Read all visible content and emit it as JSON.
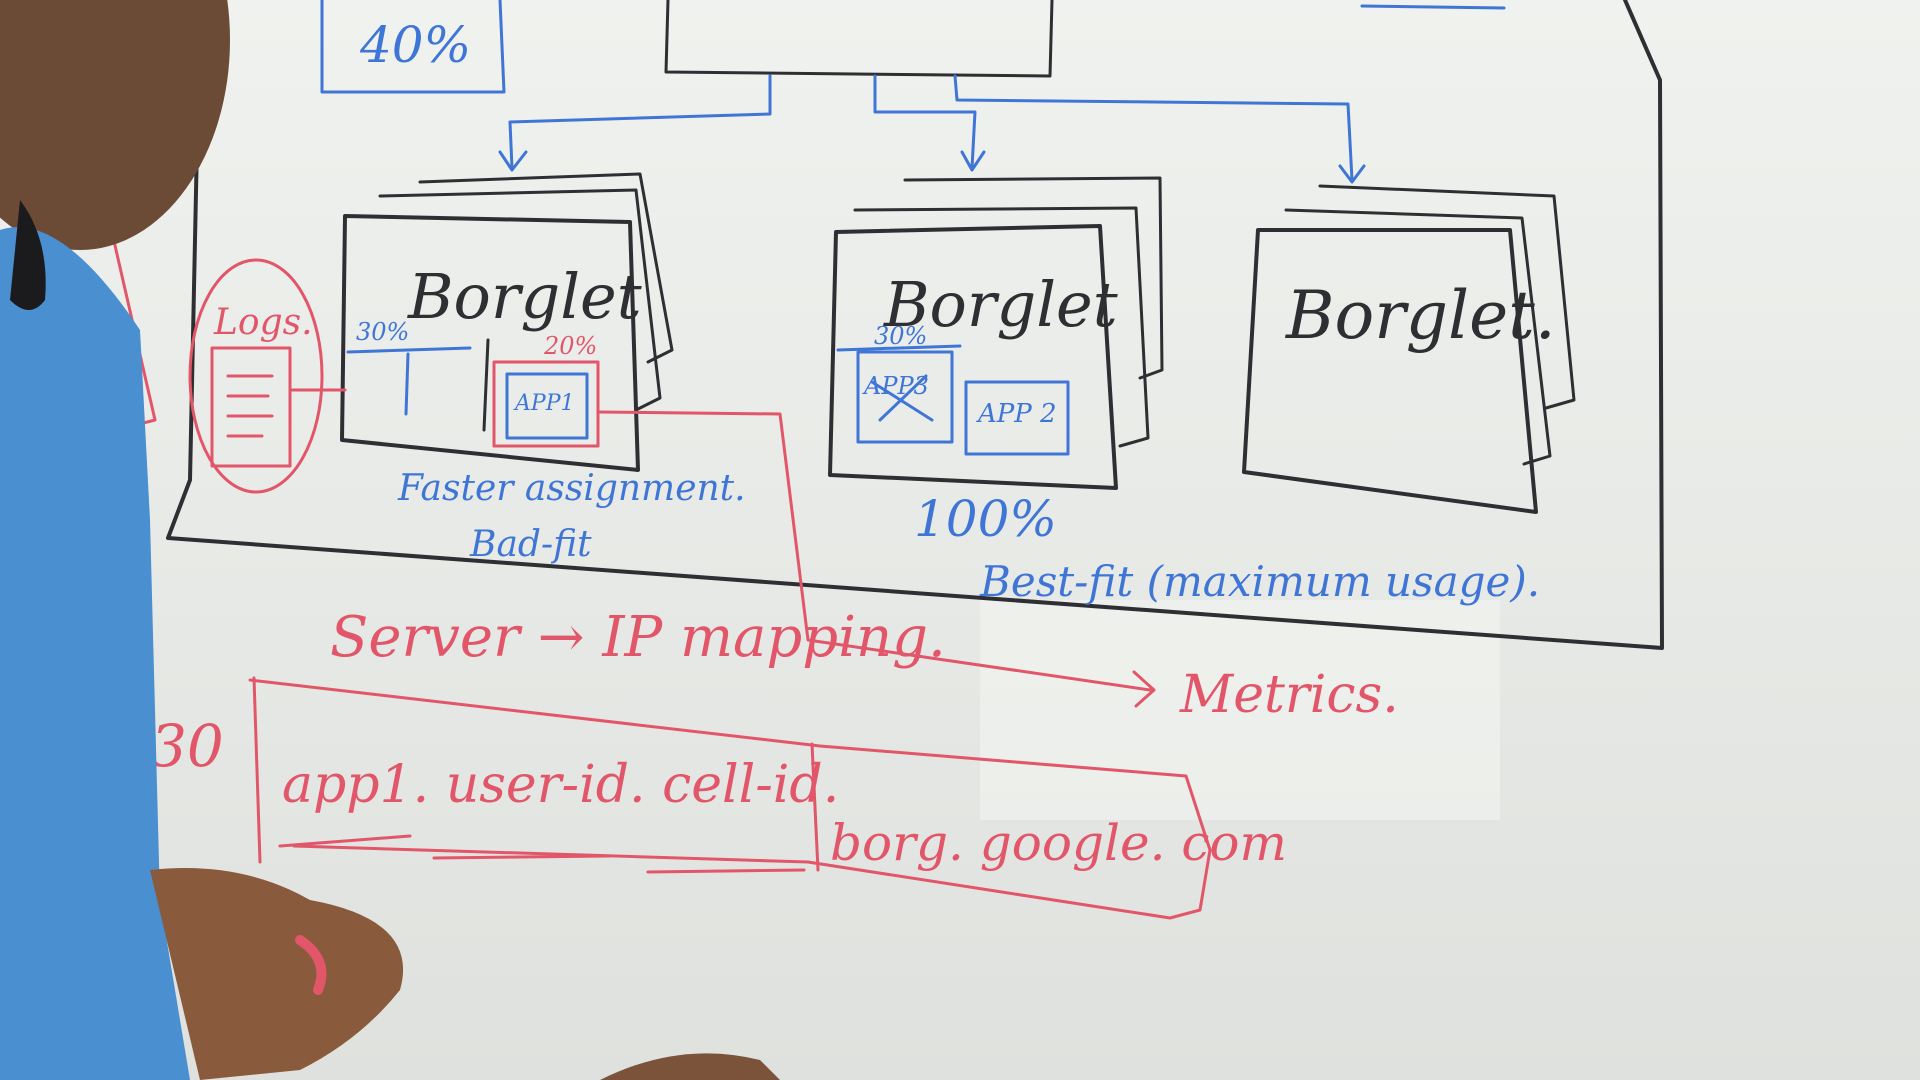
{
  "scene": {
    "alt": "Whiteboard drawing of the Borg architecture: a Borgmaster feeding three stacked Borglet machines, with a logs collector, resource percentages, fit strategies, a metrics arrow, and a service-to-IP mapping example of the form app1.user-id.cell-id.borg.google.com"
  },
  "top": {
    "percent_label": "40%"
  },
  "borglets": [
    {
      "title": "Borglet",
      "left_pct": "30%",
      "right_pct": "20%",
      "app": "APP1",
      "caption_1": "Faster assignment.",
      "caption_2": "Bad-fit"
    },
    {
      "title": "Borglet",
      "pct": "30%",
      "app_a": "APP3",
      "app_b": "APP 2",
      "caption": "100%"
    },
    {
      "title": "Borglet."
    }
  ],
  "logs": {
    "label": "Logs."
  },
  "best_fit": {
    "label": "Best-fit (maximum usage)."
  },
  "mapping": {
    "title": "Server → IP mapping.",
    "row_number": "30",
    "address_part_1": "app1. user-id. cell-id.",
    "address_part_2": "borg. google. com"
  },
  "metrics": {
    "label": "Metrics."
  },
  "colors": {
    "black_marker": "#2f2f33",
    "blue_marker": "#3f76d6",
    "red_marker": "#e2566a",
    "shirt": "#4a8fd0",
    "skin": "#8a5a3c"
  }
}
